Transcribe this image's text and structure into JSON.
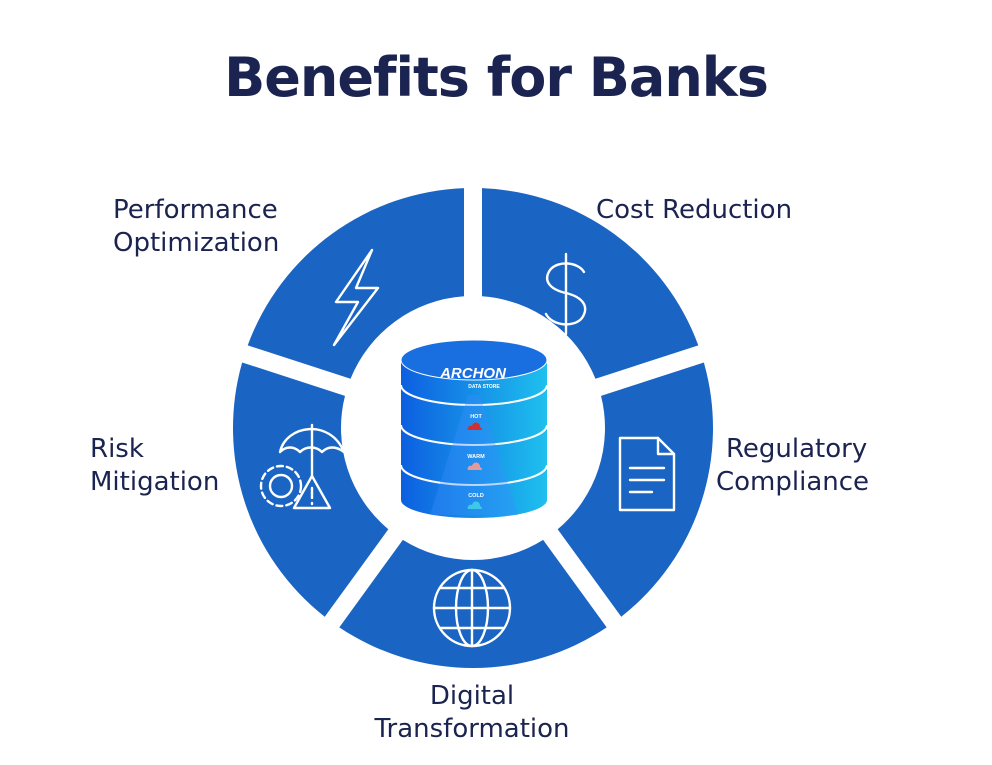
{
  "title": "Benefits for Banks",
  "colors": {
    "segment": "#1a64c4",
    "title": "#1b2350",
    "hot": "#d32f2f",
    "warm": "#e59a9a",
    "cold": "#3cc8e6"
  },
  "segments": [
    {
      "label_line1": "Cost",
      "label_line2": "Reduction",
      "label": "Cost Reduction",
      "icon": "dollar-icon"
    },
    {
      "label_line1": "Regulatory",
      "label_line2": "Compliance",
      "icon": "document-icon"
    },
    {
      "label_line1": "Digital",
      "label_line2": "Transformation",
      "icon": "globe-icon"
    },
    {
      "label_line1": "Risk",
      "label_line2": "Mitigation",
      "icon": "risk-icon"
    },
    {
      "label_line1": "Performance",
      "label_line2": "Optimization",
      "icon": "lightning-icon"
    }
  ],
  "database": {
    "logo": "ARCHON",
    "logo_sub": "DATA STORE",
    "tiers": [
      "HOT",
      "WARM",
      "COLD"
    ]
  }
}
